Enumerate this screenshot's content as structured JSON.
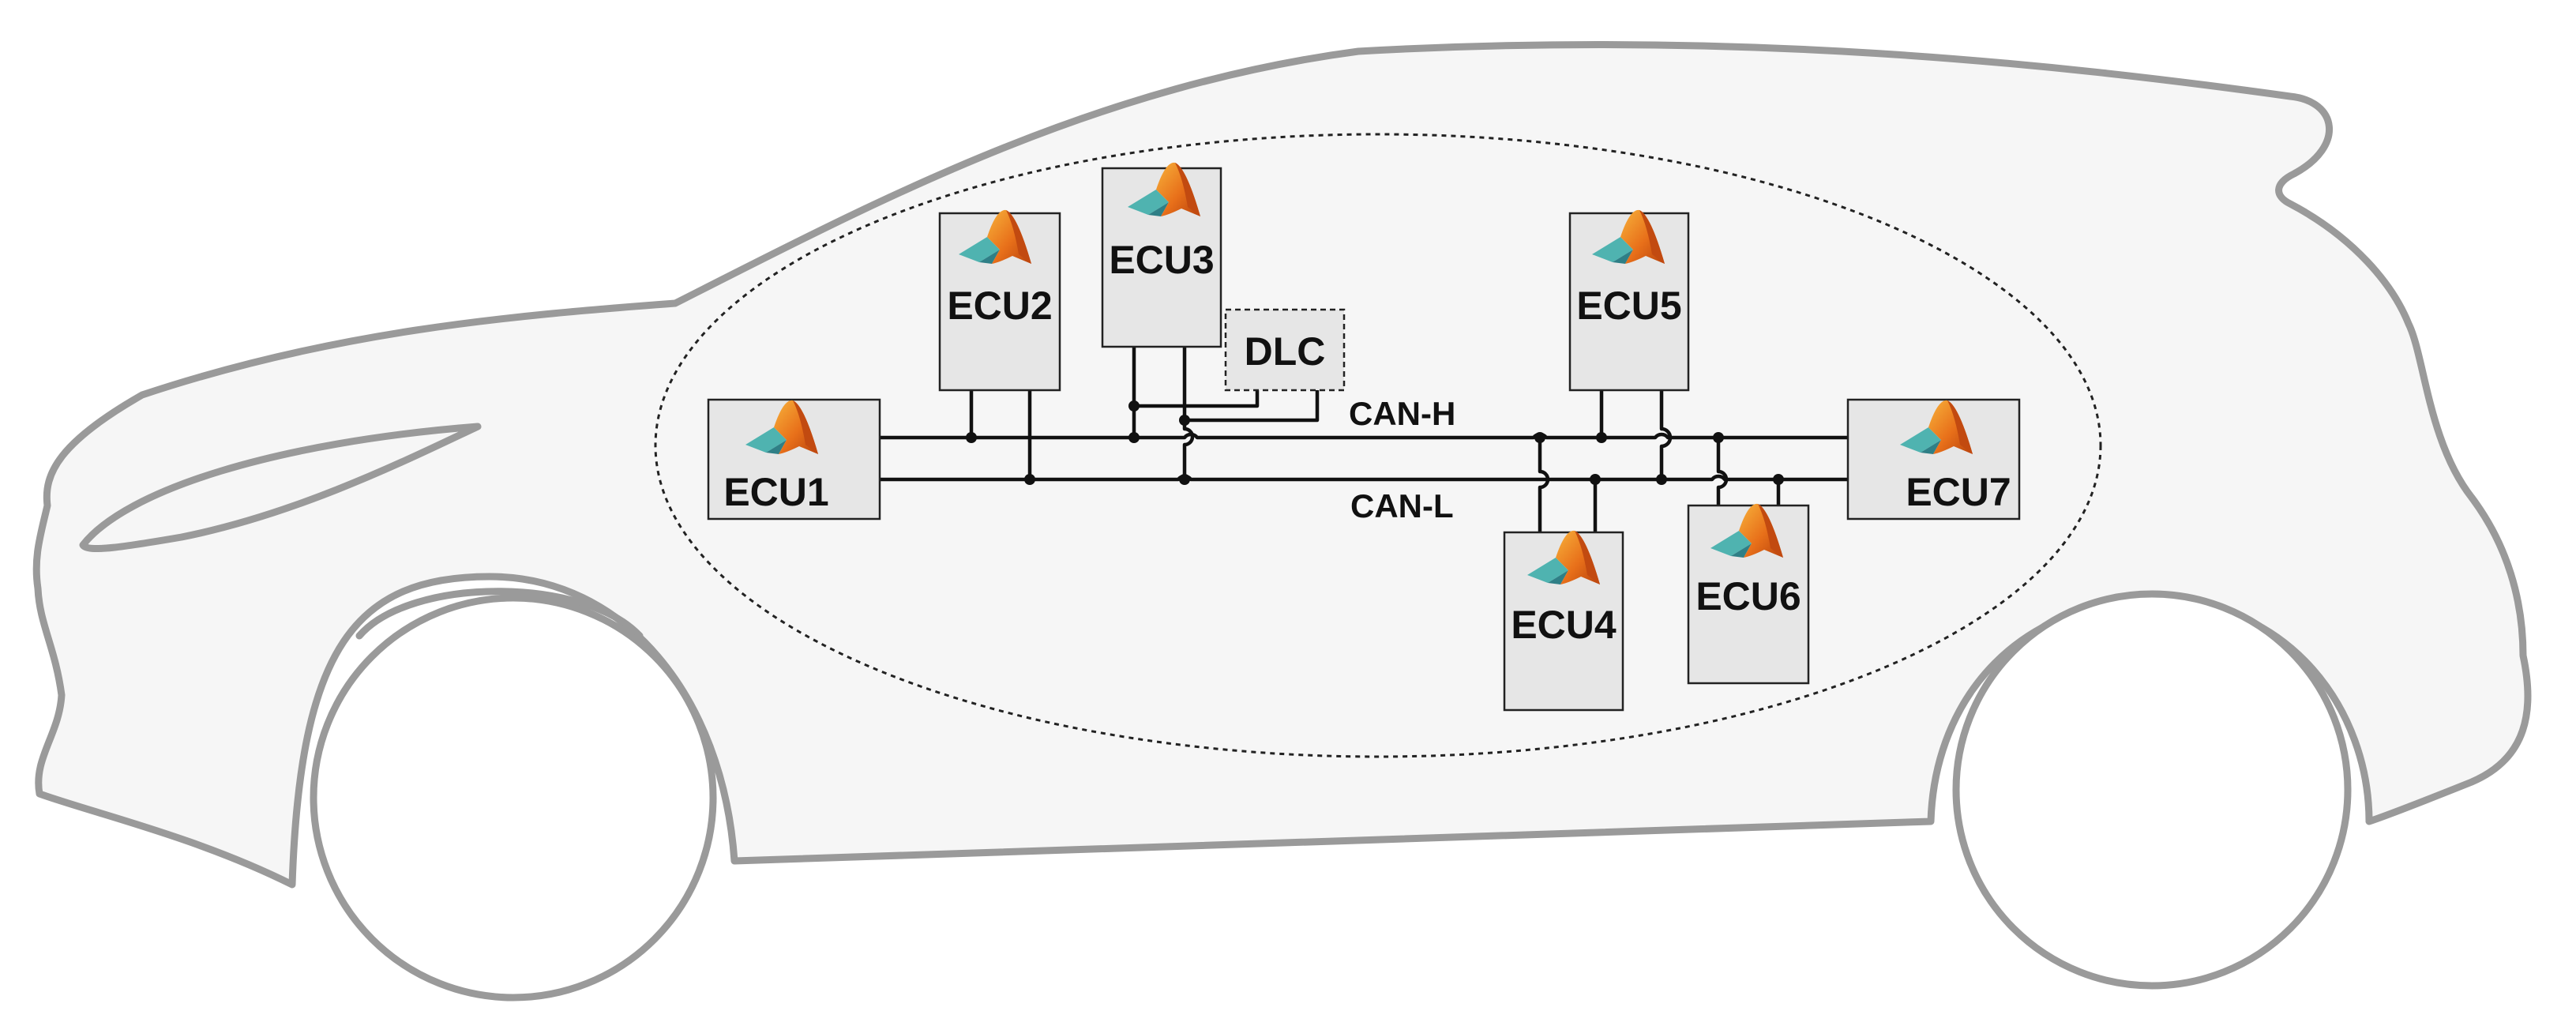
{
  "ecus": [
    {
      "id": "ecu1",
      "label": "ECU1"
    },
    {
      "id": "ecu2",
      "label": "ECU2"
    },
    {
      "id": "ecu3",
      "label": "ECU3"
    },
    {
      "id": "ecu4",
      "label": "ECU4"
    },
    {
      "id": "ecu5",
      "label": "ECU5"
    },
    {
      "id": "ecu6",
      "label": "ECU6"
    },
    {
      "id": "ecu7",
      "label": "ECU7"
    }
  ],
  "dlc": {
    "label": "DLC"
  },
  "bus": {
    "high_label": "CAN-H",
    "low_label": "CAN-L"
  },
  "icons": {
    "ecu_icon": "matlab-logo-icon"
  },
  "colors": {
    "box_fill": "#e6e6e6",
    "car_outline": "#9a9a9a",
    "logo_orange": "#e8701a",
    "logo_teal": "#4fb3b0"
  }
}
